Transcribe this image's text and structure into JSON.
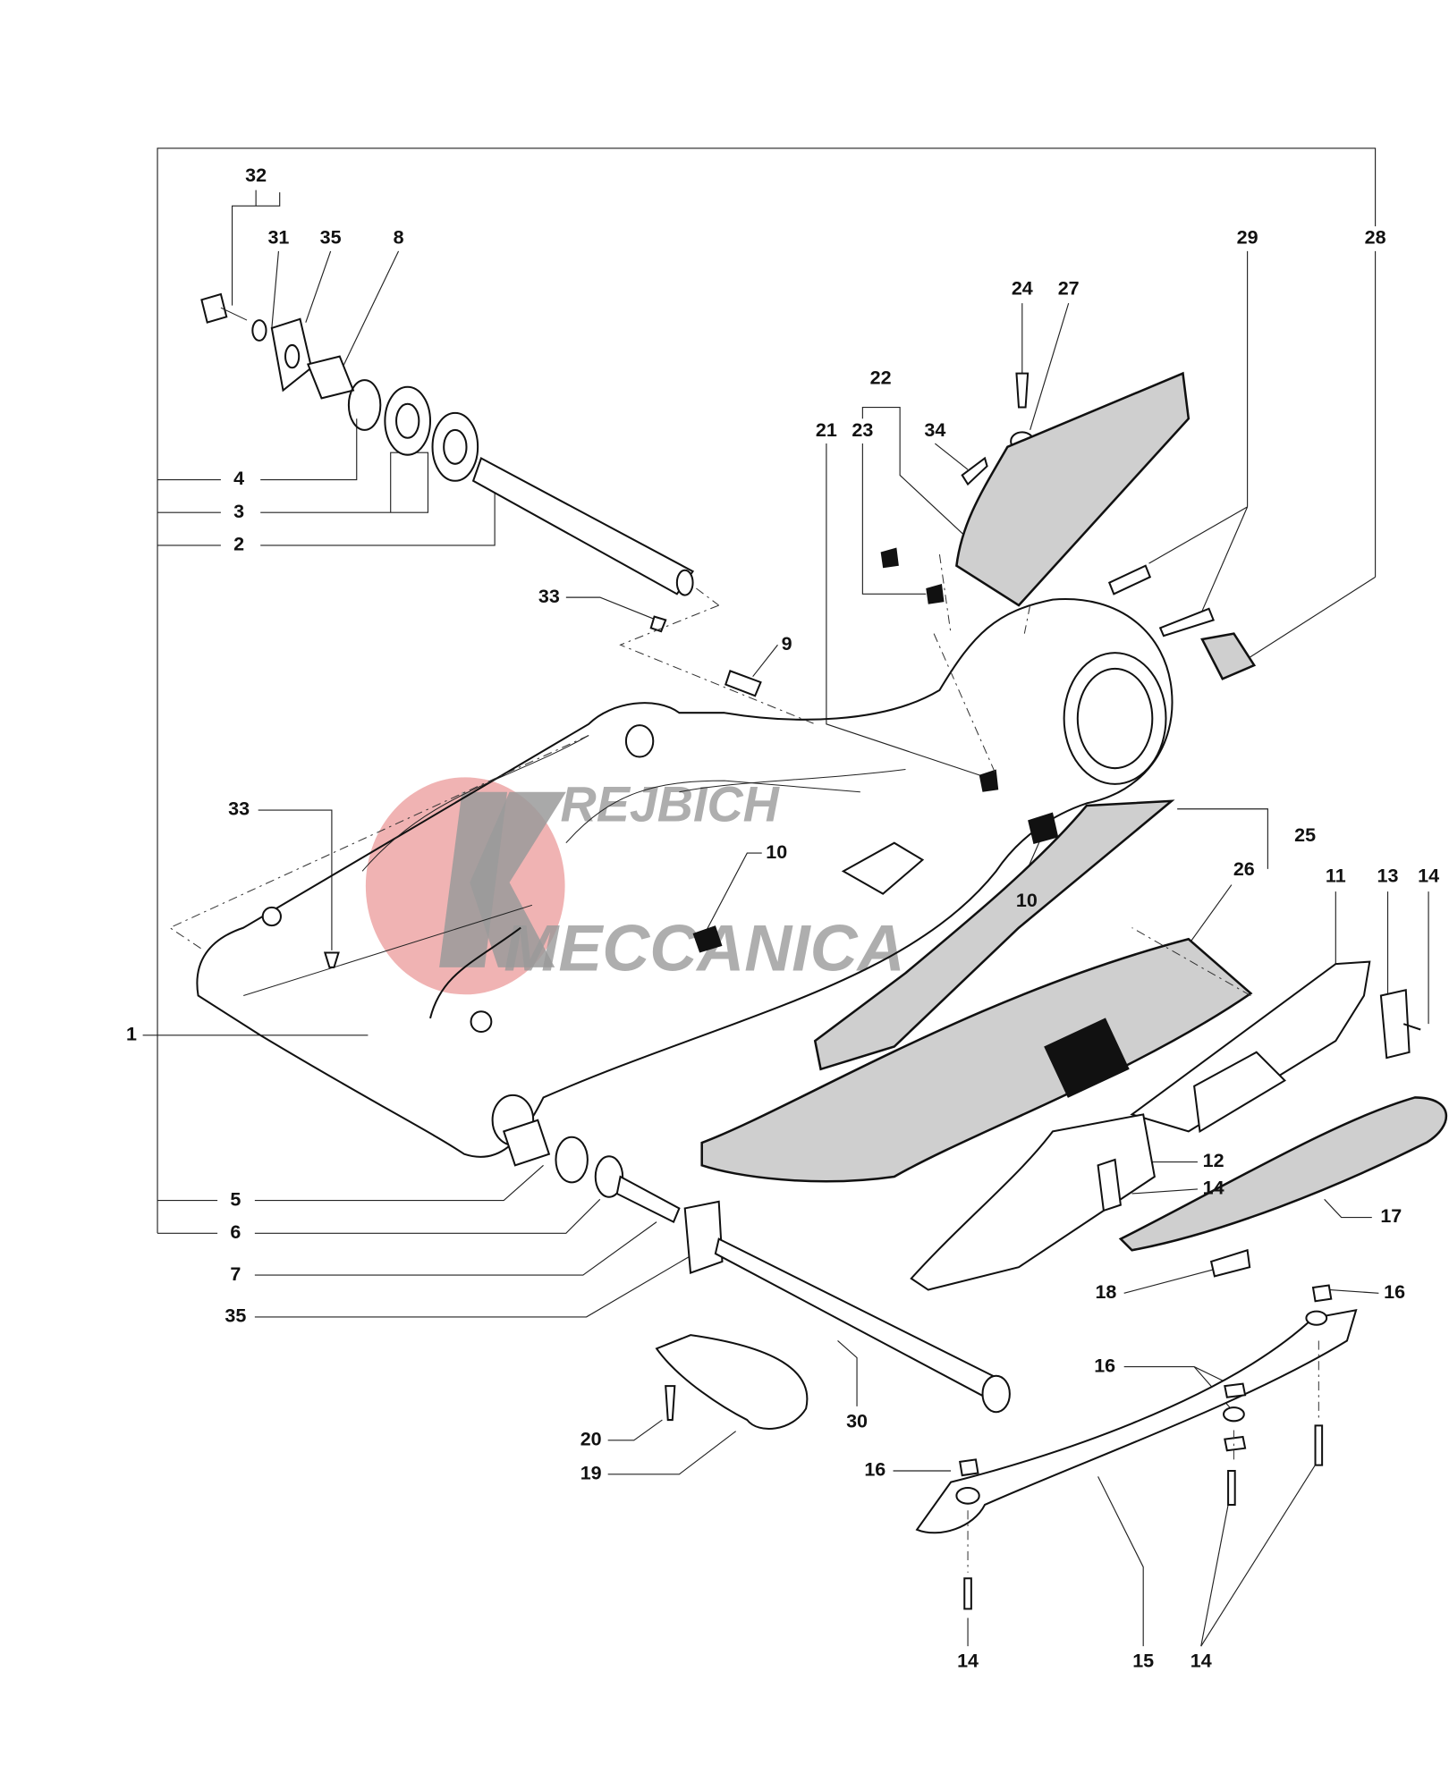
{
  "diagram": {
    "type": "exploded-parts-diagram",
    "labels": [
      "32",
      "31",
      "35",
      "8",
      "29",
      "28",
      "24",
      "27",
      "22",
      "21",
      "23",
      "34",
      "4",
      "3",
      "2",
      "33",
      "9",
      "33",
      "10",
      "25",
      "26",
      "11",
      "13",
      "14",
      "10",
      "1",
      "12",
      "14",
      "17",
      "5",
      "6",
      "7",
      "35",
      "18",
      "16",
      "16",
      "30",
      "20",
      "19",
      "16",
      "14",
      "15",
      "14"
    ]
  },
  "watermark": {
    "line1": "REJBICH",
    "line2": "MECCANICA",
    "initial": "K",
    "accent": "#e88a8a",
    "text_color": "#9a9a9a"
  }
}
